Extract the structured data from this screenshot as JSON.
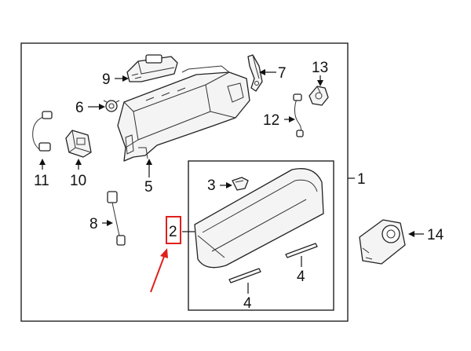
{
  "diagram": {
    "callouts": {
      "c1": "1",
      "c2": "2",
      "c3": "3",
      "c4a": "4",
      "c4b": "4",
      "c5": "5",
      "c6": "6",
      "c7": "7",
      "c8": "8",
      "c9": "9",
      "c10": "10",
      "c11": "11",
      "c12": "12",
      "c13": "13",
      "c14": "14"
    },
    "highlight_color": "#e0201c",
    "line_color": "#222222"
  }
}
